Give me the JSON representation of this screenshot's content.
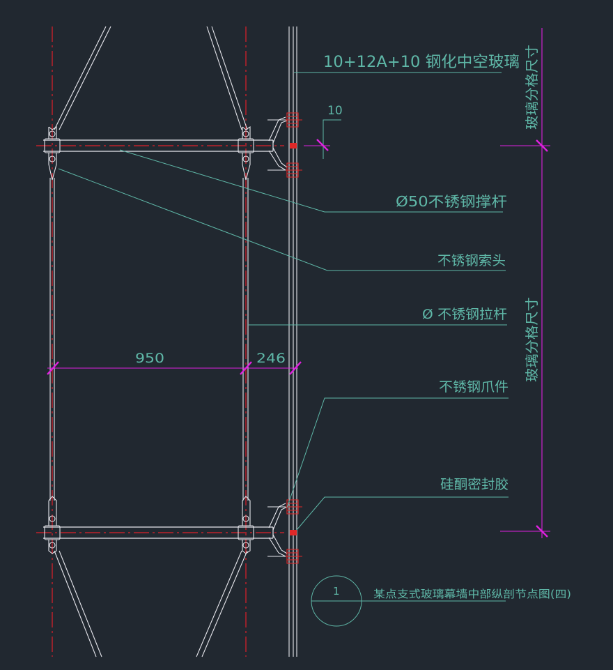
{
  "colors": {
    "background": "#212830",
    "structure": "#e8e8ee",
    "centerline": "#e0202a",
    "dimension": "#e020e0",
    "annotation": "#5fb8a8",
    "hardware": "#e02828"
  },
  "labels": {
    "glass": "10+12A+10 钢化中空玻璃",
    "strut": "Ø50不锈钢撑杆",
    "cable_head": "不锈钢索头",
    "tie_rod": "Ø 不锈钢拉杆",
    "claw": "不锈钢爪件",
    "sealant": "硅酮密封胶"
  },
  "dimensions": {
    "joint": "10",
    "width_main": "950",
    "width_offset": "246",
    "glass_grid_upper": "玻璃分格尺寸",
    "glass_grid_lower": "玻璃分格尺寸"
  },
  "title": {
    "number": "1",
    "text": "某点支式玻璃幕墙中部纵剖节点图(四)"
  }
}
